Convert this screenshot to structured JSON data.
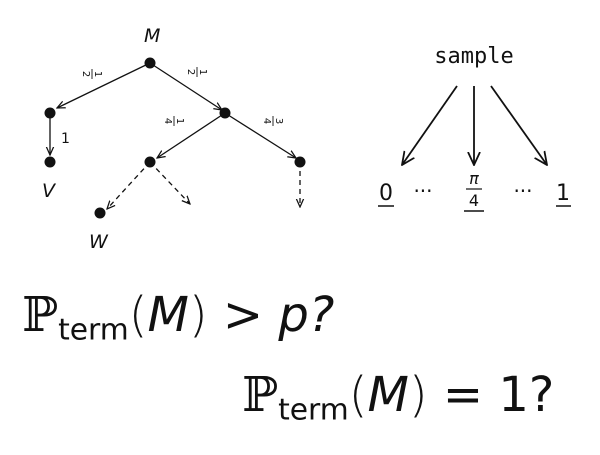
{
  "tree": {
    "root": "M",
    "leaf_left": "V",
    "leaf_lower": "W",
    "edge_root_left": {
      "num": "1",
      "den": "2"
    },
    "edge_root_right": {
      "num": "1",
      "den": "2"
    },
    "edge_left_down": "1",
    "edge_mid_left": {
      "num": "1",
      "den": "4"
    },
    "edge_mid_right": {
      "num": "3",
      "den": "4"
    }
  },
  "sampler": {
    "keyword": "sample",
    "left_value": "0",
    "ellipsis": "···",
    "middle_num": "π",
    "middle_den": "4",
    "right_value": "1"
  },
  "formulas": {
    "bb_symbol": "ℙ",
    "subscript": "term",
    "argument": "M",
    "first_rel": ">",
    "first_rhs": "p?",
    "second_rel": "=",
    "second_rhs": "1?"
  }
}
